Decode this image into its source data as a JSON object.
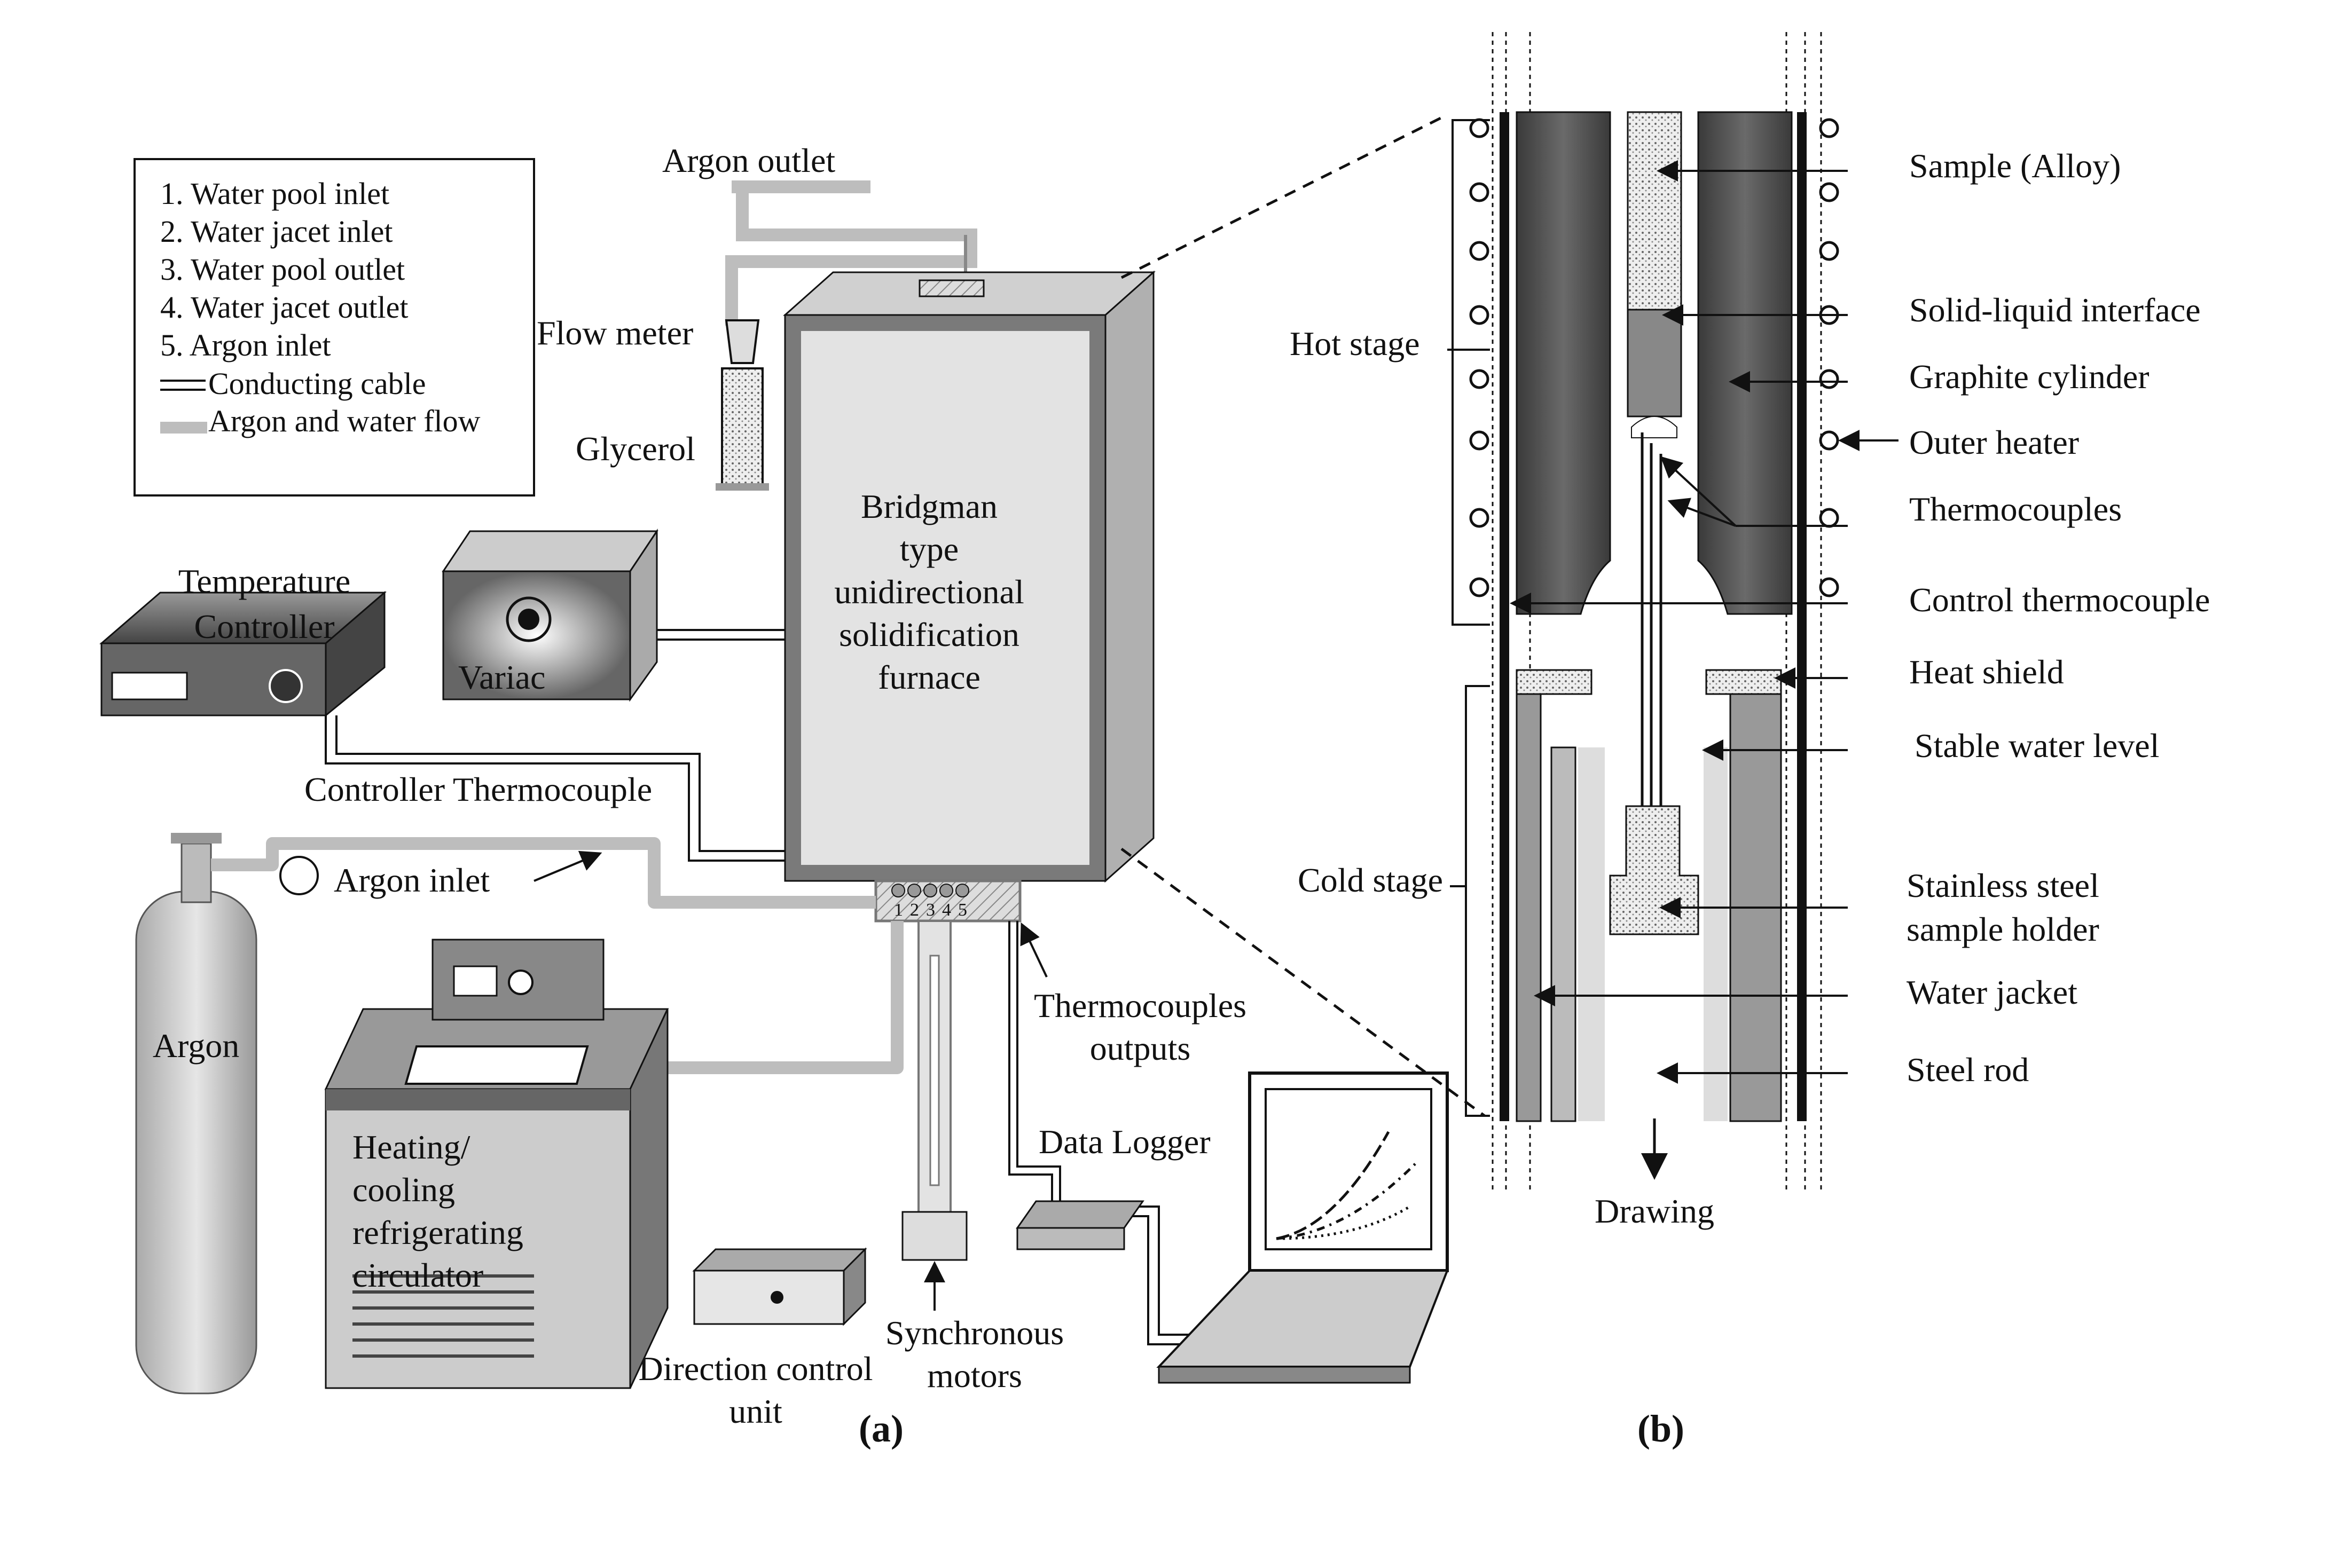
{
  "legend": {
    "items": [
      "1. Water pool inlet",
      "2. Water jacet inlet",
      "3. Water pool outlet",
      "4. Water jacet outlet",
      "5. Argon inlet"
    ],
    "conducting_cable": "Conducting cable",
    "argon_water_flow": "Argon and water flow"
  },
  "panel_a": {
    "caption": "(a)",
    "argon_outlet": "Argon outlet",
    "flow_meter": "Flow meter",
    "glycerol": "Glycerol",
    "furnace": [
      "Bridgman",
      "type",
      "unidirectional",
      "solidification",
      "furnace"
    ],
    "temperature_controller": [
      "Temperature",
      "Controller"
    ],
    "variac": "Variac",
    "controller_thermocouple": "Controller Thermocouple",
    "argon_inlet": "Argon inlet",
    "argon_tank": "Argon",
    "port_numbers": [
      "1",
      "2",
      "3",
      "4",
      "5"
    ],
    "thermocouples_outputs": [
      "Thermocouples",
      "outputs"
    ],
    "circulator": [
      "Heating/",
      "cooling",
      "refrigerating",
      "circulator"
    ],
    "data_logger": "Data Logger",
    "direction_control": [
      "Direction control",
      "unit"
    ],
    "synchronous_motors": [
      "Synchronous",
      "motors"
    ]
  },
  "panel_b": {
    "caption": "(b)",
    "hot_stage": "Hot stage",
    "cold_stage": "Cold stage",
    "drawing": "Drawing",
    "labels": [
      "Sample (Alloy)",
      "Solid-liquid interface",
      "Graphite cylinder",
      "Outer heater",
      "Thermocouples",
      "Control thermocouple",
      "Heat shield",
      "Stable water level",
      "Stainless steel",
      "sample holder",
      "Water jacket",
      "Steel rod"
    ]
  },
  "colors": {
    "flow_gray": "#bdbdbd",
    "furnace_frame": "#7a7a7a",
    "dark_graphite": "#555555"
  }
}
